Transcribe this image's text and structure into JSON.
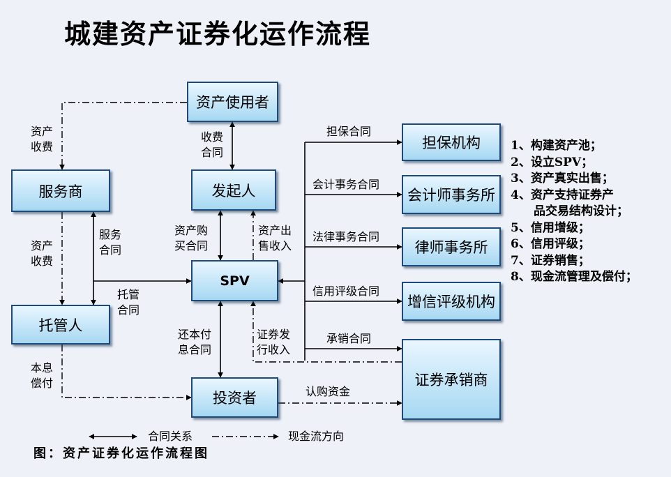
{
  "title": "城建资产证券化运作流程",
  "nodes": {
    "asset_user": "资产使用者",
    "servicer": "服务商",
    "originator": "发起人",
    "spv": "SPV",
    "custodian": "托管人",
    "investor": "投资者",
    "guarantor": "担保机构",
    "accounting_firm": "会计师事务所",
    "law_firm": "律师事务所",
    "rating_agency": "增信评级机构",
    "underwriter": "证券承销商"
  },
  "edge_labels": {
    "asset_fee_top": [
      "资产",
      "收费"
    ],
    "asset_fee_mid": [
      "资产",
      "收费"
    ],
    "service_contract": [
      "服务",
      "合同"
    ],
    "fee_contract": [
      "收费",
      "合同"
    ],
    "asset_purchase_contract": [
      "资产购",
      "买合同"
    ],
    "asset_sale_income": [
      "资产出",
      "售收入"
    ],
    "custody_contract": [
      "托管",
      "合同"
    ],
    "repayment_contract": [
      "还本付",
      "息合同"
    ],
    "issue_income": [
      "证券发",
      "行收入"
    ],
    "principal_interest": [
      "本息",
      "偿付"
    ],
    "subscription_funds": "认购资金",
    "guarantee_contract": "担保合同",
    "accounting_contract": "会计事务合同",
    "legal_contract": "法律事务合同",
    "rating_contract": "信用评级合同",
    "underwriting_contract": "承销合同"
  },
  "steps": [
    "1、构建资产池；",
    "2、设立SPV；",
    "3、资产真实出售；",
    "4、资产支持证券产",
    "品交易结构设计；",
    "5、信用增级；",
    "6、信用评级；",
    "7、证券销售；",
    "8、现金流管理及偿付；"
  ],
  "legend": {
    "contract": "合同关系",
    "cashflow": "现金流方向"
  },
  "caption": "图：资产证券化运作流程图",
  "colors": {
    "box_border": "#1e4a7a",
    "box_fill_top": "#e9f6ff",
    "box_fill_bottom": "#a6d8f2",
    "background": "#eef2f8",
    "line": "#000000"
  }
}
